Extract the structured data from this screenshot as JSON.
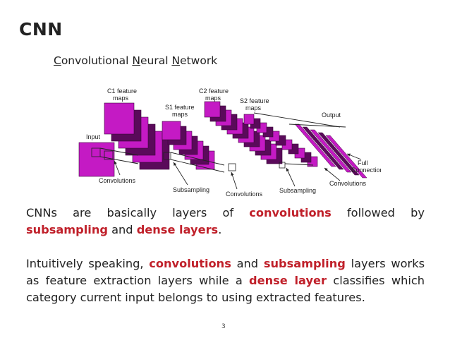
{
  "title": "CNN",
  "subtitle": {
    "w1_initial": "C",
    "w1_rest": "onvolutional",
    "w2_initial": "N",
    "w2_rest": "eural",
    "w3_initial": "N",
    "w3_rest": "etwork"
  },
  "diagram": {
    "input": "Input",
    "c1_line1": "C1 feature",
    "c1_line2": "maps",
    "s1_line1": "S1 feature",
    "s1_line2": "maps",
    "c2_line1": "C2 feature",
    "c2_line2": "maps",
    "s2_line1": "S2 feature",
    "s2_line2": "maps",
    "output": "Output",
    "full_line1": "Full",
    "full_line2": "Connection",
    "conv1": "Convolutions",
    "sub1": "Subsampling",
    "conv2": "Convolutions",
    "sub2": "Subsampling",
    "conv3": "Convolutions"
  },
  "para1": {
    "t1": "CNNs are basically layers of ",
    "h1": "convolutions",
    "t2": " followed by ",
    "h2": "subsampling",
    "t3": " and ",
    "h3": "dense layers",
    "t4": "."
  },
  "para2": {
    "t1": "Intuitively speaking, ",
    "h1": "convolutions",
    "t2": " and ",
    "h2": "subsampling",
    "t3": " layers works as feature extraction layers while a ",
    "h3": "dense layer",
    "t4": " classifies which category current input belongs to using extracted features."
  },
  "page_number": "3",
  "colors": {
    "magenta": "#c41ac4",
    "dark_purple": "#5a0a5a",
    "highlight": "#c0202a"
  }
}
